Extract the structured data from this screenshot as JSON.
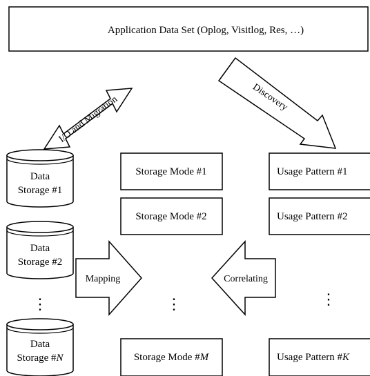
{
  "top_box": {
    "label": "Application Data Set (Oplog, Visitlog, Res, …)"
  },
  "arrows": {
    "io_migration": "I/O and Migration",
    "discovery": "Discovery",
    "mapping": "Mapping",
    "correlating": "Correlating"
  },
  "storages": [
    {
      "line1": "Data",
      "line2": "Storage #1",
      "suffix": ""
    },
    {
      "line1": "Data",
      "line2": "Storage #2",
      "suffix": ""
    },
    {
      "line1": "Data",
      "line2": "Storage #",
      "suffix": "N"
    }
  ],
  "storage_modes": [
    {
      "label": "Storage Mode #1",
      "suffix": ""
    },
    {
      "label": "Storage Mode #2",
      "suffix": ""
    },
    {
      "label": "Storage Mode #",
      "suffix": "M"
    }
  ],
  "usage_patterns": [
    {
      "label": "Usage Pattern #1",
      "suffix": ""
    },
    {
      "label": "Usage Pattern #2",
      "suffix": ""
    },
    {
      "label": "Usage Pattern #",
      "suffix": "K"
    }
  ],
  "ellipsis": "⋮"
}
